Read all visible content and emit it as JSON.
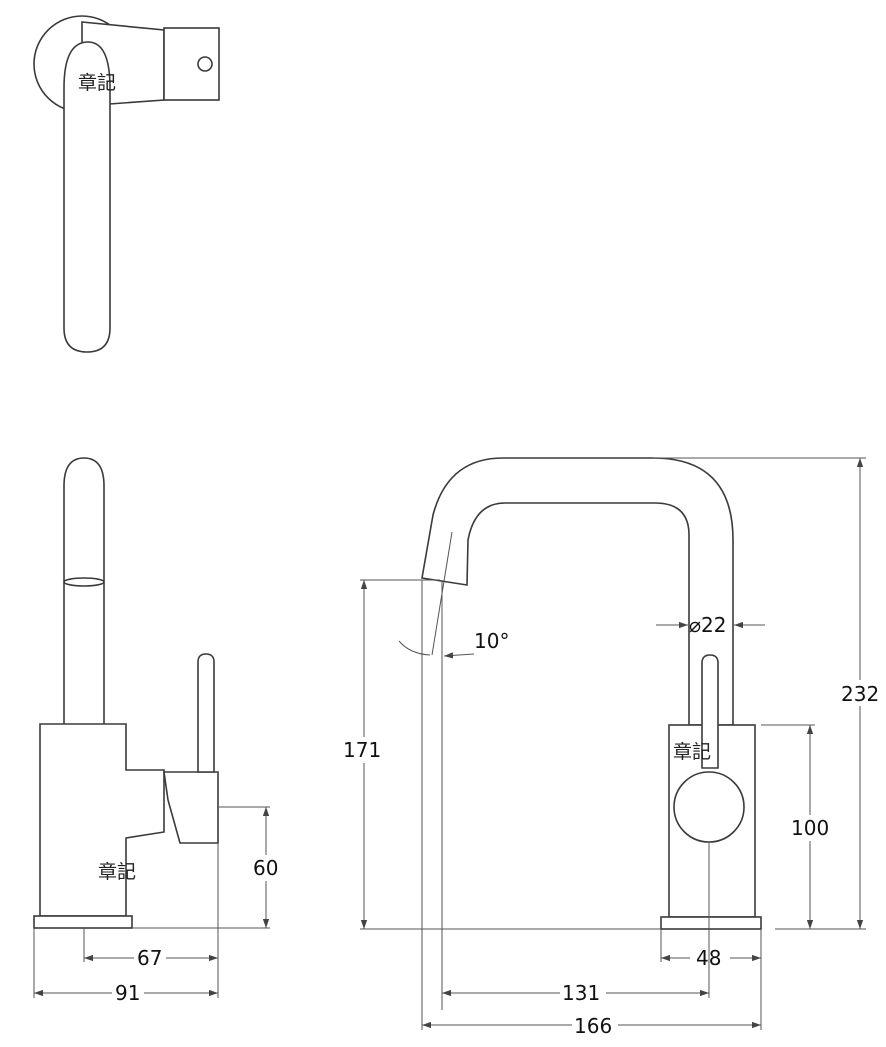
{
  "watermark": "章記",
  "dimensions": {
    "top_height": "232",
    "spout_height": "171",
    "body_height": "100",
    "handle_height": "60",
    "total_width": "166",
    "spout_reach": "131",
    "base_width": "48",
    "side_reach": "67",
    "side_depth": "91",
    "spout_diameter": "⌀22",
    "spout_angle": "10°"
  }
}
